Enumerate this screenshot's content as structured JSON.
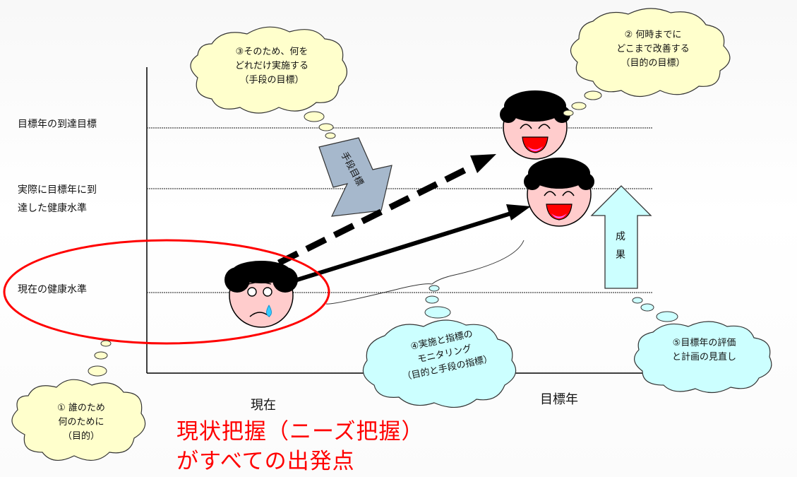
{
  "levels": {
    "target": "目標年の到達目標",
    "actual": "実際に目標年に到\n達した健康水準",
    "current": "現在の健康水準"
  },
  "axis": {
    "now": "現在",
    "target_year": "目標年"
  },
  "arrows": {
    "means": "手段目標",
    "result": "成果"
  },
  "bubbles": {
    "b1": "①  誰のため\n何のために\n（目的）",
    "b2": "②  何時までに\nどこまで改善する\n（目的の目標）",
    "b3": "③そのため、何を\nどれだけ実施する\n（手段の目標）",
    "b4": "④実施と指標の\nモニタリング\n（目的と手段の指標）",
    "b5": "⑤目標年の評価\nと計画の見直し"
  },
  "headline": "現状把握（ニーズ把握）\nがすべての出発点",
  "colors": {
    "thought_yellow": "#ffffcc",
    "thought_cyan": "#ccffff",
    "face_pink": "#ffcccc",
    "highlight_red": "#ff0000",
    "means_arrow": "#a6b8cc",
    "result_arrow": "#ccffff"
  }
}
